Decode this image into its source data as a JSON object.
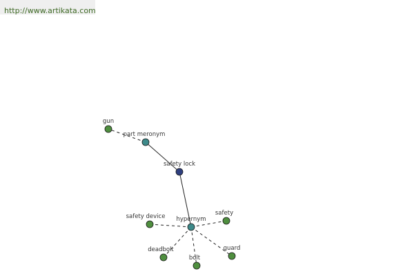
{
  "site": {
    "url_text": "http://www.artikata.com",
    "href": "http://www.artikata.com"
  },
  "graph": {
    "colors": {
      "center": "#2f3f7f",
      "relation": "#3d8a8a",
      "term": "#4f8f3f",
      "edge": "#222222"
    },
    "nodes": [
      {
        "id": "safety-lock",
        "label": "safety lock",
        "kind": "center"
      },
      {
        "id": "part-meronym",
        "label": "part meronym",
        "kind": "relation"
      },
      {
        "id": "hypernym",
        "label": "hypernym",
        "kind": "relation"
      },
      {
        "id": "gun",
        "label": "gun",
        "kind": "term"
      },
      {
        "id": "safety-device",
        "label": "safety device",
        "kind": "term"
      },
      {
        "id": "safety",
        "label": "safety",
        "kind": "term"
      },
      {
        "id": "deadbolt",
        "label": "deadbolt",
        "kind": "term"
      },
      {
        "id": "bolt",
        "label": "bolt",
        "kind": "term"
      },
      {
        "id": "guard",
        "label": "guard",
        "kind": "term"
      }
    ],
    "edges": [
      {
        "from": "safety-lock",
        "to": "part-meronym",
        "style": "solid"
      },
      {
        "from": "safety-lock",
        "to": "hypernym",
        "style": "solid"
      },
      {
        "from": "part-meronym",
        "to": "gun",
        "style": "dashed"
      },
      {
        "from": "hypernym",
        "to": "safety-device",
        "style": "dashed"
      },
      {
        "from": "hypernym",
        "to": "safety",
        "style": "dashed"
      },
      {
        "from": "hypernym",
        "to": "deadbolt",
        "style": "dashed"
      },
      {
        "from": "hypernym",
        "to": "bolt",
        "style": "dashed"
      },
      {
        "from": "hypernym",
        "to": "guard",
        "style": "dashed"
      }
    ]
  }
}
